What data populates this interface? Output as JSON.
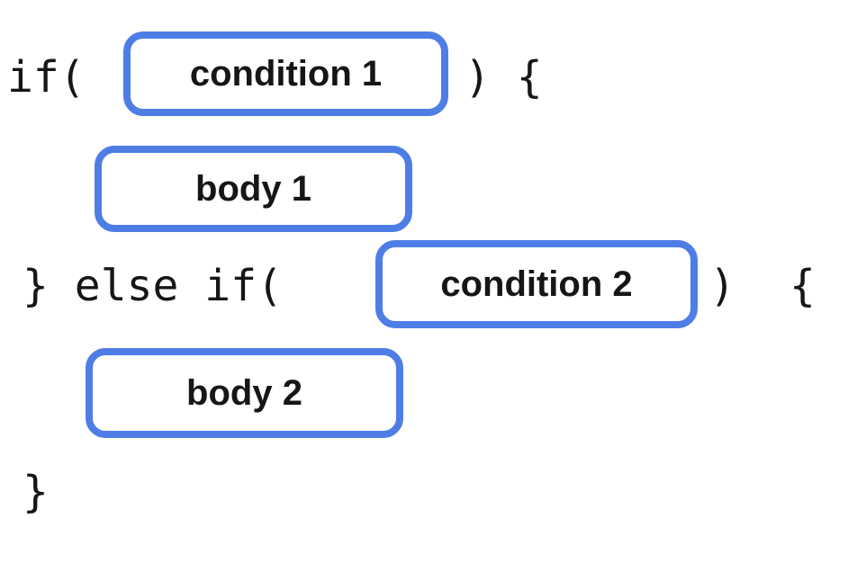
{
  "palette": {
    "box_border_blue": "#4f7de6",
    "text_ink": "#161616",
    "background": "#ffffff"
  },
  "code_tokens": {
    "if_open": "if(",
    "paren_brace_close": ") {",
    "else_if_open": "} else if(",
    "close_paren": ")",
    "open_brace": "{",
    "closing_brace": "}"
  },
  "box_labels": {
    "condition1": "condition 1",
    "body1": "body 1",
    "condition2": "condition 2",
    "body2": "body 2"
  }
}
